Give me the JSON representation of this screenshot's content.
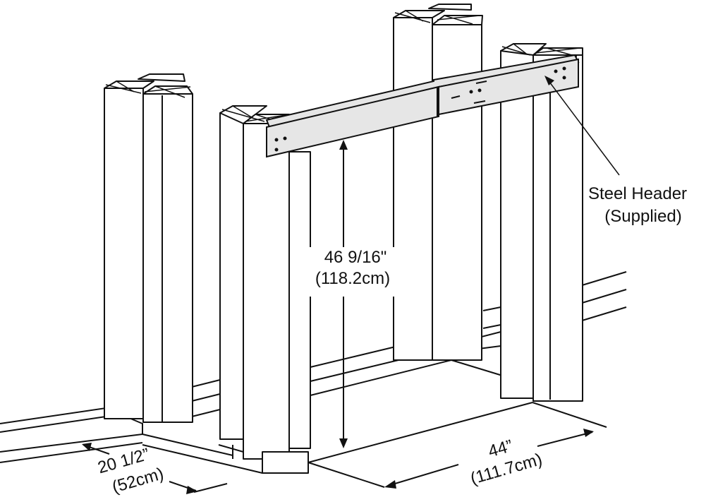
{
  "labels": {
    "height_imperial": "46 9/16\"",
    "height_metric": "(118.2cm)",
    "width_imperial": "44”",
    "width_metric": "(111.7cm)",
    "depth_imperial": "20 1/2”",
    "depth_metric": "(52cm)",
    "header_line1": "Steel Header",
    "header_line2": "(Supplied)"
  },
  "colors": {
    "line": "#111111",
    "header_fill": "#e6e6e6",
    "background": "#ffffff"
  }
}
